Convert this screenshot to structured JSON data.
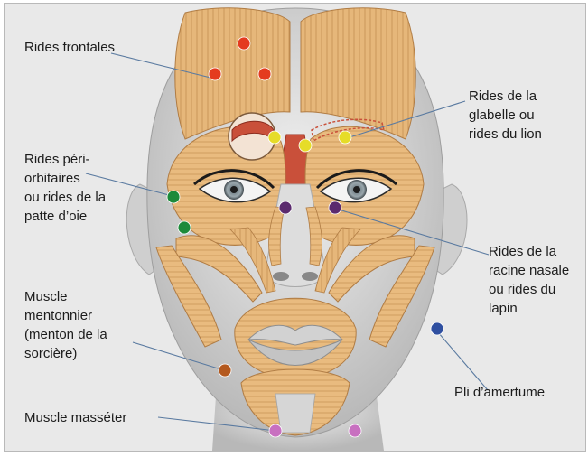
{
  "colors": {
    "background": "#e9e9e9",
    "muscle": "#e9bb7f",
    "muscle_fiber": "#c89457",
    "skin": "#dcdcdc",
    "leader_line": "#5a7aa0"
  },
  "annotations": [
    {
      "id": "frontales",
      "text": "Rides frontales",
      "dot_color": "#e43b1f",
      "dot_color_name": "red"
    },
    {
      "id": "glabelle",
      "text": "Rides de la\nglabelle ou\nrides du lion",
      "dot_color": "#e6dc28",
      "dot_color_name": "yellow"
    },
    {
      "id": "periorbitaires",
      "text": "Rides péri-\norbitaires\nou rides de la\npatte d’oie",
      "dot_color": "#1d8a3a",
      "dot_color_name": "green"
    },
    {
      "id": "nasale",
      "text": "Rides de la\nracine nasale\nou rides du\nlapin",
      "dot_color": "#5b2a6e",
      "dot_color_name": "purple"
    },
    {
      "id": "mentonnier",
      "text": "Muscle\nmentonnier\n(menton de la\nsorcière)",
      "dot_color": "#b4591e",
      "dot_color_name": "brown"
    },
    {
      "id": "amertume",
      "text": "Pli d’amertume",
      "dot_color": "#2f4fa0",
      "dot_color_name": "blue"
    },
    {
      "id": "masseter",
      "text": "Muscle masséter",
      "dot_color": "#c870c0",
      "dot_color_name": "pink"
    }
  ]
}
